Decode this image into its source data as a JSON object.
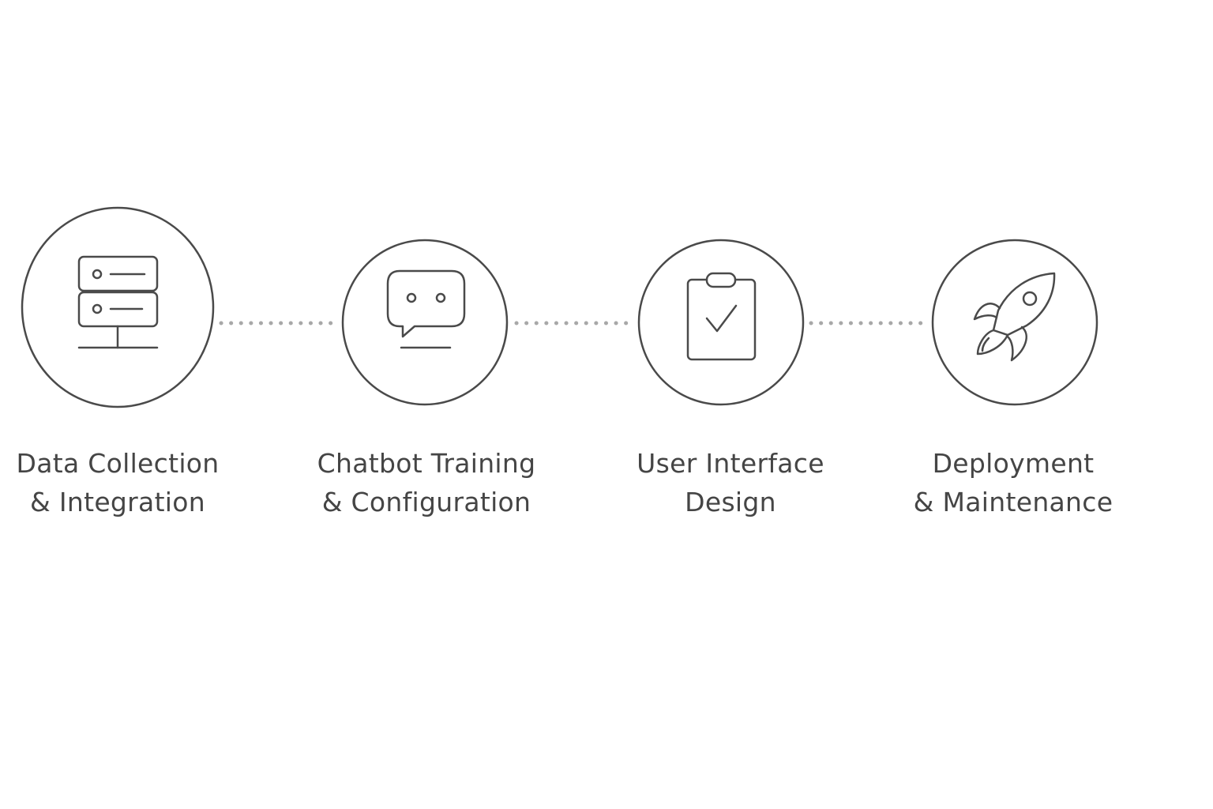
{
  "colors": {
    "stroke": "#4a4a4a",
    "connector": "#a8a8a8",
    "text": "#454545",
    "background": "#ffffff"
  },
  "steps": [
    {
      "icon": "server-icon",
      "label_line1": "Data Collection",
      "label_line2": "& Integration"
    },
    {
      "icon": "chat-bubble-icon",
      "label_line1": "Chatbot Training",
      "label_line2": "& Configuration"
    },
    {
      "icon": "clipboard-check-icon",
      "label_line1": "User Interface",
      "label_line2": "Design"
    },
    {
      "icon": "rocket-icon",
      "label_line1": "Deployment",
      "label_line2": "& Maintenance"
    }
  ]
}
